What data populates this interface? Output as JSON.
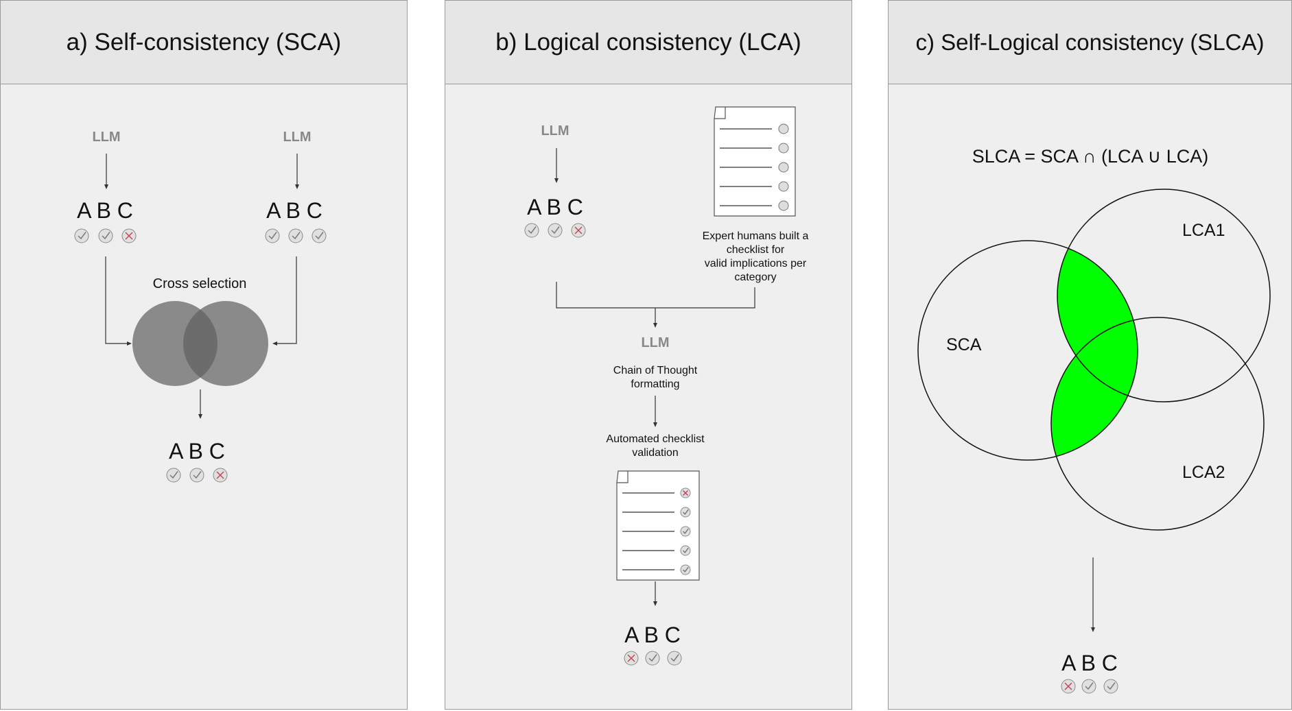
{
  "panels": {
    "a": {
      "title": "a) Self-consistency (SCA)",
      "llm_left": "LLM",
      "llm_right": "LLM",
      "abc_left": "A B C",
      "abc_right": "A B C",
      "abc_out": "A B C",
      "cross_label": "Cross selection",
      "marks_left": [
        "check",
        "check",
        "cross"
      ],
      "marks_right": [
        "check",
        "check",
        "check"
      ],
      "marks_out": [
        "check",
        "check",
        "cross"
      ]
    },
    "b": {
      "title": "b) Logical consistency (LCA)",
      "llm_top": "LLM",
      "abc_top": "A B C",
      "marks_top": [
        "check",
        "check",
        "cross"
      ],
      "expert_note": [
        "Expert humans built a",
        "checklist for",
        "valid implications per",
        "category"
      ],
      "llm_mid": "LLM",
      "cot_label": [
        "Chain of Thought",
        "formatting"
      ],
      "auto_label": [
        "Automated checklist",
        "validation"
      ],
      "checklist_result": [
        "cross",
        "check",
        "check",
        "check",
        "check"
      ],
      "abc_out": "A B C",
      "marks_out": [
        "cross",
        "check",
        "check"
      ]
    },
    "c": {
      "title": "c) Self-Logical consistency (SLCA)",
      "formula": "SLCA = SCA ∩ (LCA ∪ LCA)",
      "sca_label": "SCA",
      "lca1_label": "LCA1",
      "lca2_label": "LCA2",
      "abc_out": "A B C",
      "marks_out": [
        "cross",
        "check",
        "check"
      ],
      "highlight_color": "#00ff00"
    }
  },
  "colors": {
    "panel_bg": "#efefef",
    "header_bg": "#e6e6e6",
    "check_color": "#7a7a7a",
    "cross_color": "#c2455a",
    "venn_fill": "#5f5f5f"
  }
}
